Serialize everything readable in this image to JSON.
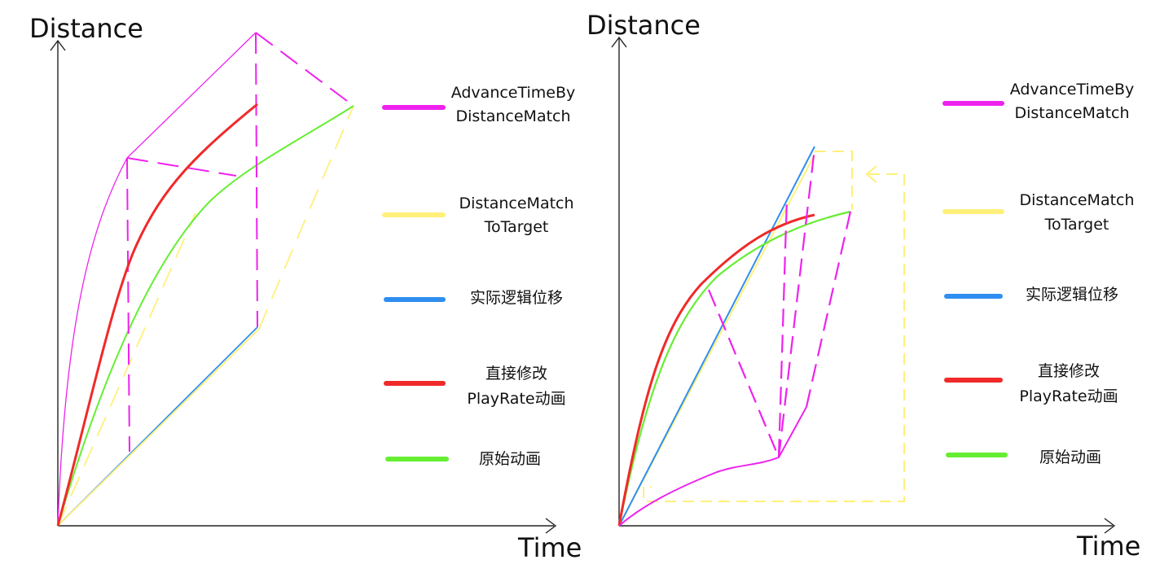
{
  "colors": {
    "advance": "#ee22ee",
    "target": "#fff07a",
    "logic": "#2f8ff0",
    "playrate": "#f02a2a",
    "original": "#66ee33"
  },
  "left": {
    "y_title": "Distance",
    "x_title": "Time",
    "legend": [
      {
        "key": "advance",
        "lines": [
          "AdvanceTimeBy",
          "DistanceMatch"
        ]
      },
      {
        "key": "target",
        "lines": [
          "DistanceMatch",
          "ToTarget"
        ]
      },
      {
        "key": "logic",
        "lines": [
          "实际逻辑位移"
        ]
      },
      {
        "key": "playrate",
        "lines": [
          "直接修改",
          "PlayRate动画"
        ]
      },
      {
        "key": "original",
        "lines": [
          "原始动画"
        ]
      }
    ]
  },
  "right": {
    "y_title": "Distance",
    "x_title": "Time",
    "legend": [
      {
        "key": "advance",
        "lines": [
          "AdvanceTimeBy",
          "DistanceMatch"
        ]
      },
      {
        "key": "target",
        "lines": [
          "DistanceMatch",
          "ToTarget"
        ]
      },
      {
        "key": "logic",
        "lines": [
          "实际逻辑位移"
        ]
      },
      {
        "key": "playrate",
        "lines": [
          "直接修改",
          "PlayRate动画"
        ]
      },
      {
        "key": "original",
        "lines": [
          "原始动画"
        ]
      }
    ]
  }
}
